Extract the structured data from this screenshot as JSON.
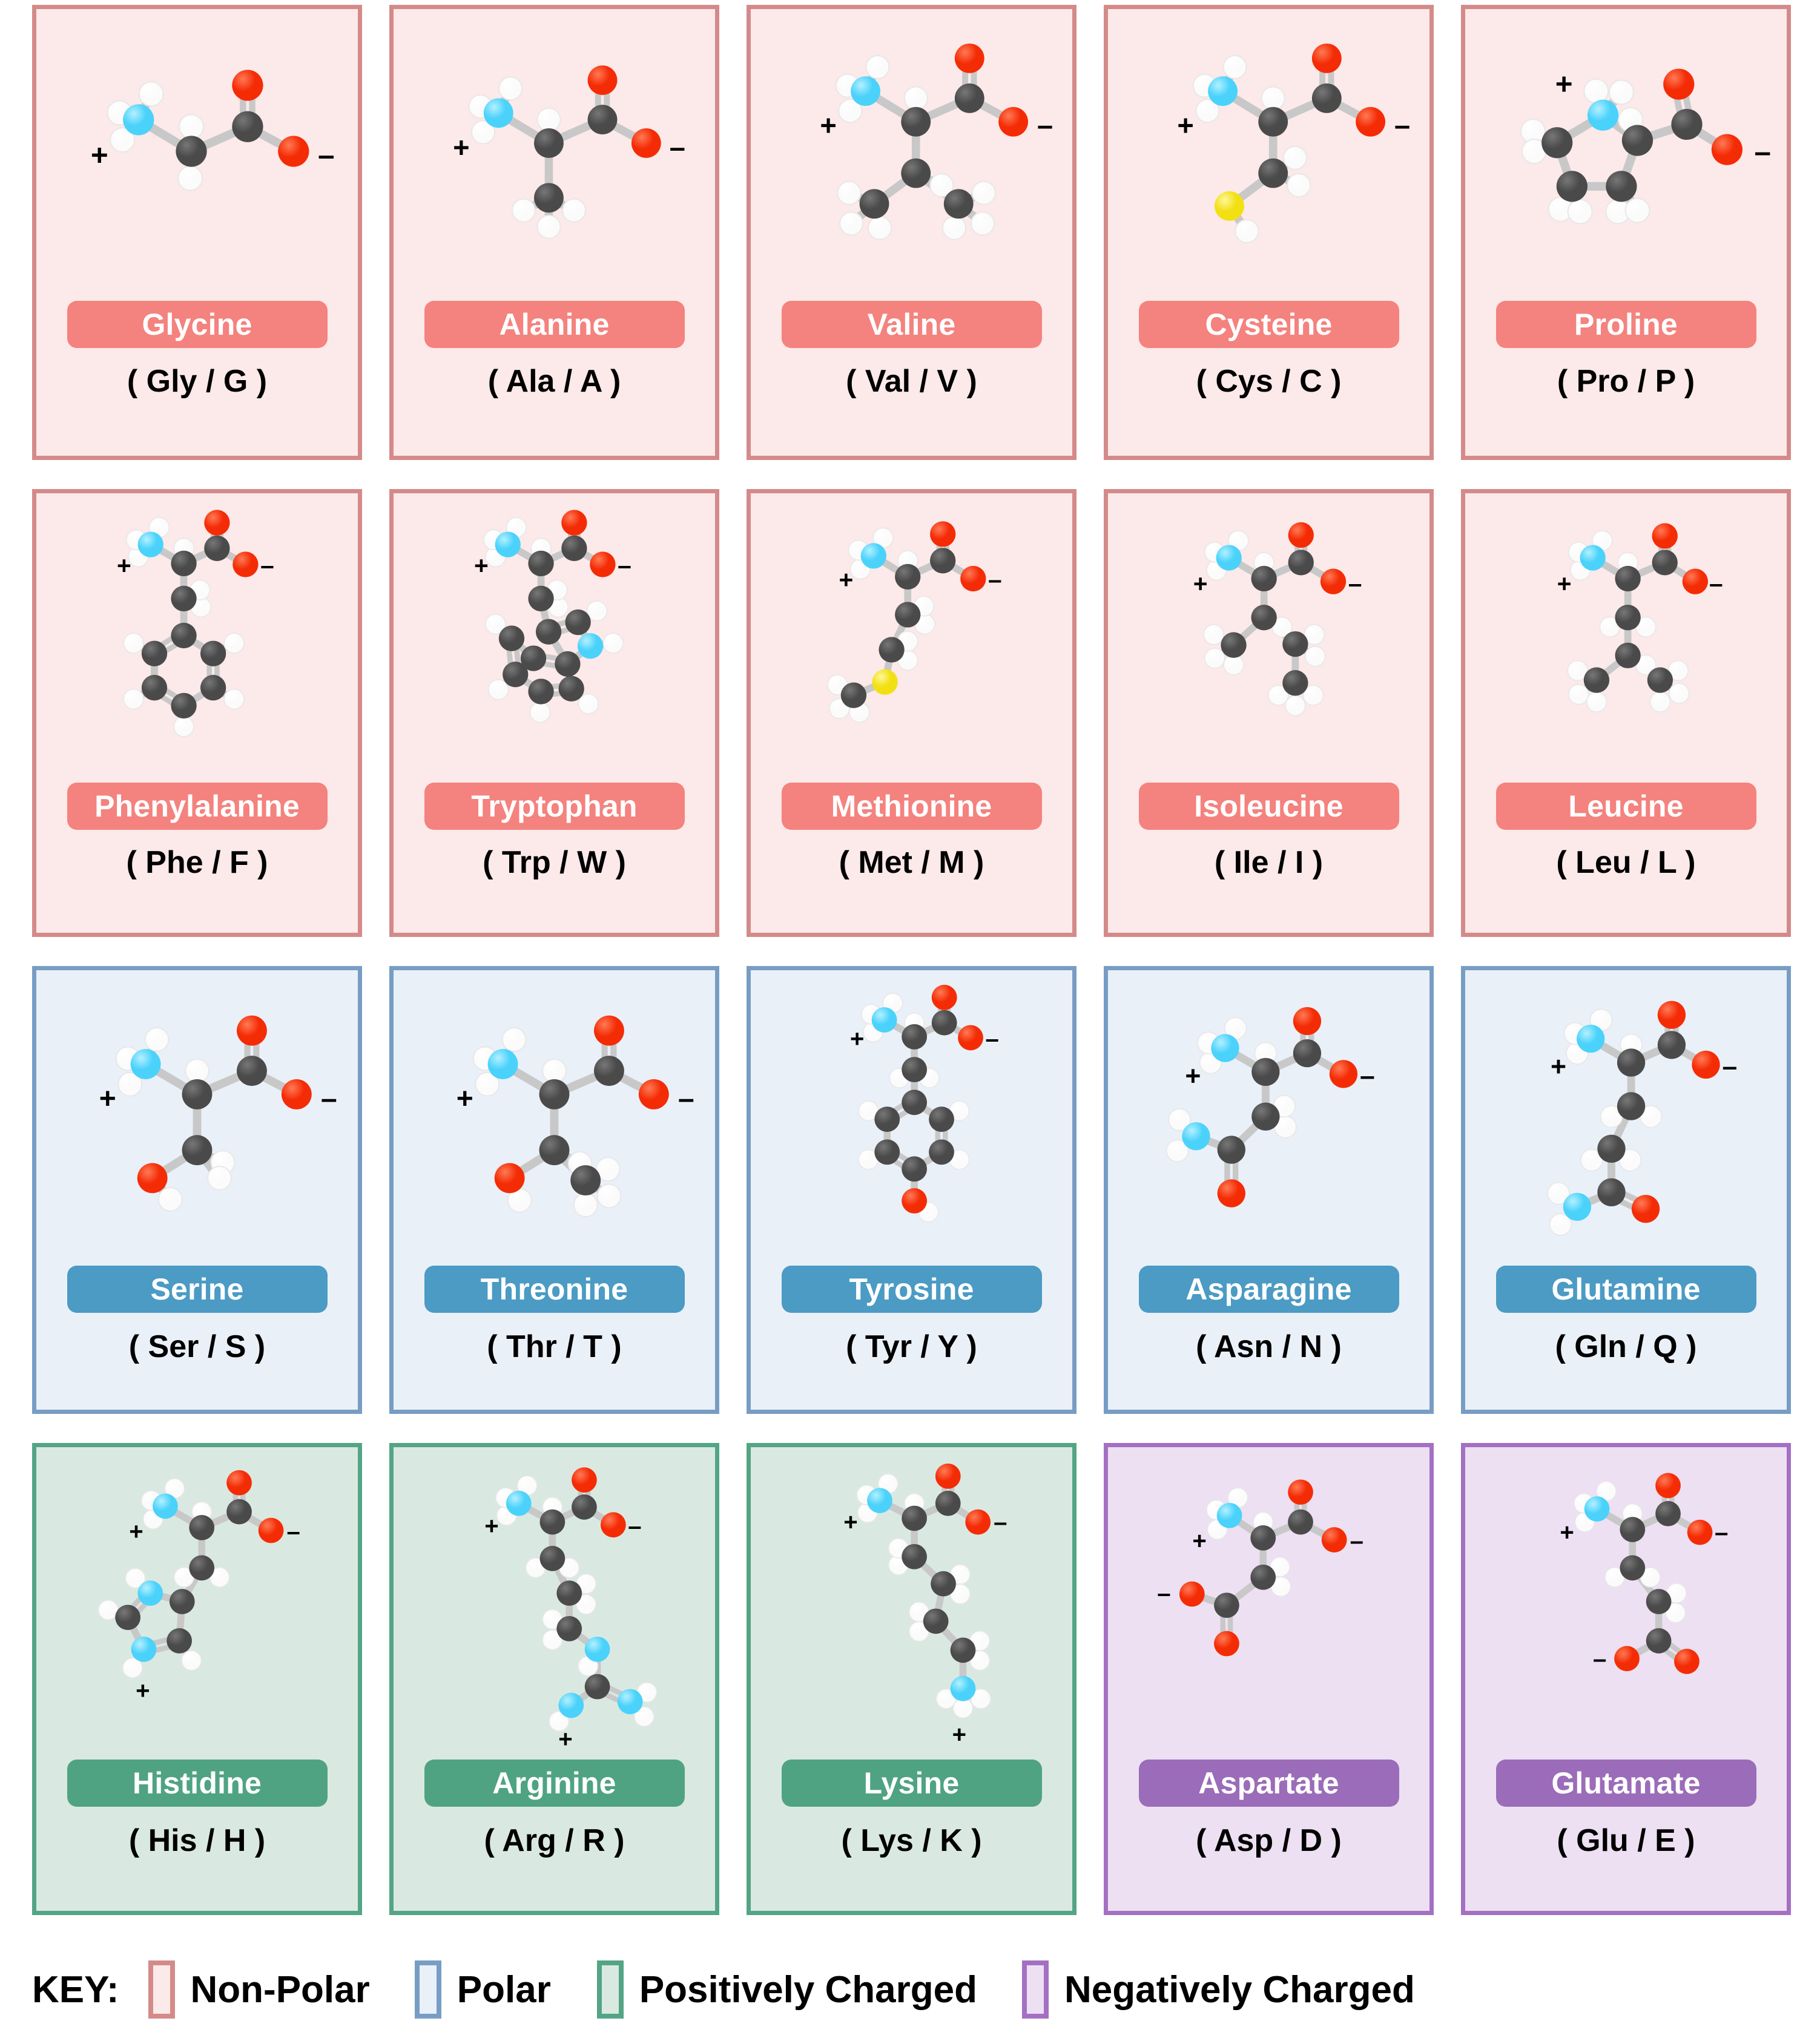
{
  "categories": {
    "nonpolar": {
      "id": "nonpolar",
      "label": "Non-Polar",
      "bg": "#fce9e9",
      "border": "#d58a8a",
      "bar": "#f4827e"
    },
    "polar": {
      "id": "polar",
      "label": "Polar",
      "bg": "#eaf0f8",
      "border": "#779dc4",
      "bar": "#4b9bc4"
    },
    "positive": {
      "id": "positive",
      "label": "Positively Charged",
      "bg": "#d9e9e1",
      "border": "#53a585",
      "bar": "#4fa383"
    },
    "negative": {
      "id": "negative",
      "label": "Negatively Charged",
      "bg": "#ece0f2",
      "border": "#a470c3",
      "bar": "#9b6cb9"
    }
  },
  "atom_colors": {
    "carbon": "#4a4a4a",
    "oxygen": "#f42c06",
    "nitrogen": "#4ad2fb",
    "hydrogen": "#fbfbfb",
    "sulfur": "#f2e012",
    "bond": "#c8c8c8"
  },
  "key": {
    "title": "KEY:",
    "items": [
      {
        "label": "Non-Polar"
      },
      {
        "label": "Polar"
      },
      {
        "label": "Positively Charged"
      },
      {
        "label": "Negatively Charged"
      }
    ]
  },
  "amino_acids": [
    {
      "name": "Glycine",
      "abbrev": "( Gly / G )",
      "category": "nonpolar",
      "charges": [
        "+",
        "–"
      ]
    },
    {
      "name": "Alanine",
      "abbrev": "( Ala / A )",
      "category": "nonpolar",
      "charges": [
        "+",
        "–"
      ]
    },
    {
      "name": "Valine",
      "abbrev": "( Val / V )",
      "category": "nonpolar",
      "charges": [
        "+",
        "–"
      ]
    },
    {
      "name": "Cysteine",
      "abbrev": "( Cys / C )",
      "category": "nonpolar",
      "charges": [
        "+",
        "–"
      ]
    },
    {
      "name": "Proline",
      "abbrev": "( Pro / P )",
      "category": "nonpolar",
      "charges": [
        "+",
        "–"
      ]
    },
    {
      "name": "Phenylalanine",
      "abbrev": "( Phe / F )",
      "category": "nonpolar",
      "charges": [
        "+",
        "–"
      ]
    },
    {
      "name": "Tryptophan",
      "abbrev": "( Trp / W )",
      "category": "nonpolar",
      "charges": [
        "+",
        "–"
      ]
    },
    {
      "name": "Methionine",
      "abbrev": "( Met / M )",
      "category": "nonpolar",
      "charges": [
        "+",
        "–"
      ]
    },
    {
      "name": "Isoleucine",
      "abbrev": "( Ile / I )",
      "category": "nonpolar",
      "charges": [
        "+",
        "–"
      ]
    },
    {
      "name": "Leucine",
      "abbrev": "( Leu / L )",
      "category": "nonpolar",
      "charges": [
        "+",
        "–"
      ]
    },
    {
      "name": "Serine",
      "abbrev": "( Ser / S )",
      "category": "polar",
      "charges": [
        "+",
        "–"
      ]
    },
    {
      "name": "Threonine",
      "abbrev": "( Thr / T )",
      "category": "polar",
      "charges": [
        "+",
        "–"
      ]
    },
    {
      "name": "Tyrosine",
      "abbrev": "( Tyr / Y )",
      "category": "polar",
      "charges": [
        "+",
        "–"
      ]
    },
    {
      "name": "Asparagine",
      "abbrev": "( Asn / N )",
      "category": "polar",
      "charges": [
        "+",
        "–"
      ]
    },
    {
      "name": "Glutamine",
      "abbrev": "( Gln / Q )",
      "category": "polar",
      "charges": [
        "+",
        "–"
      ]
    },
    {
      "name": "Histidine",
      "abbrev": "( His / H )",
      "category": "positive",
      "charges": [
        "+",
        "–",
        "+"
      ]
    },
    {
      "name": "Arginine",
      "abbrev": "( Arg / R )",
      "category": "positive",
      "charges": [
        "+",
        "–",
        "+"
      ]
    },
    {
      "name": "Lysine",
      "abbrev": "( Lys / K )",
      "category": "positive",
      "charges": [
        "+",
        "–",
        "+"
      ]
    },
    {
      "name": "Aspartate",
      "abbrev": "( Asp / D )",
      "category": "negative",
      "charges": [
        "+",
        "–",
        "–"
      ]
    },
    {
      "name": "Glutamate",
      "abbrev": "( Glu / E )",
      "category": "negative",
      "charges": [
        "+",
        "–",
        "–"
      ]
    }
  ]
}
